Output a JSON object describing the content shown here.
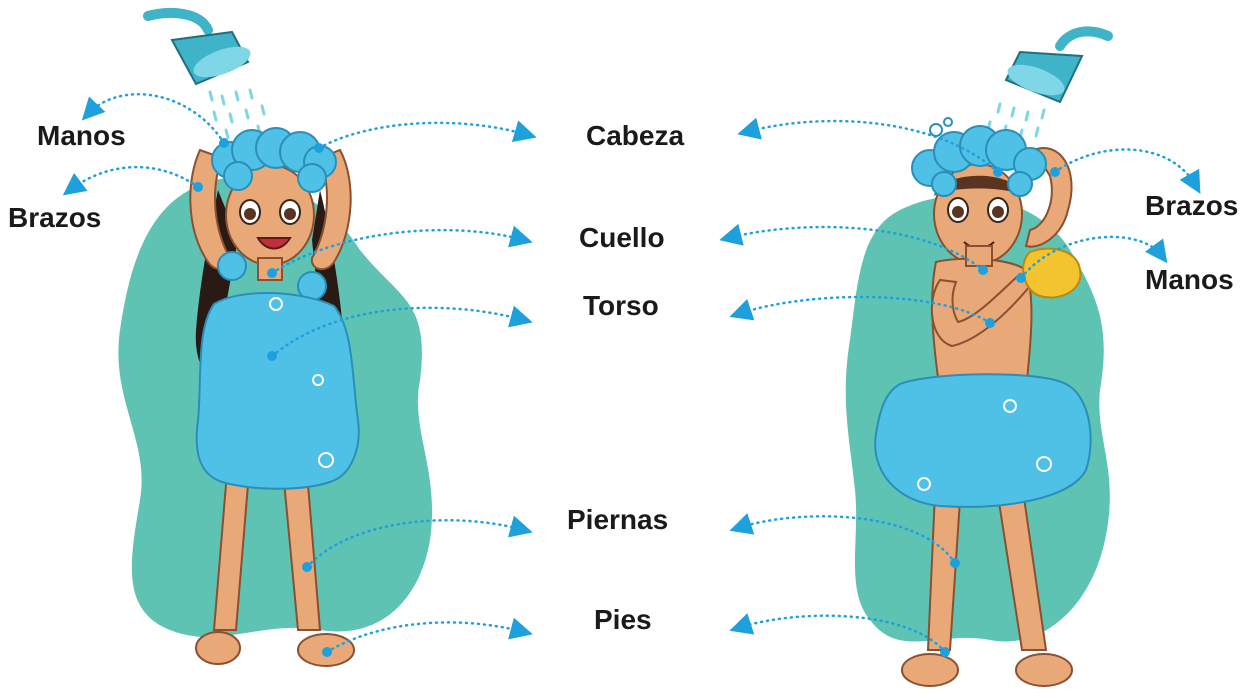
{
  "colors": {
    "accent": "#1ea0dc",
    "blob": "#5fc3b4",
    "foam": "#4fc0e6",
    "skin": "#e8a878",
    "shower": "#3fb3c8",
    "sponge": "#f4c430",
    "hair_girl": "#2a1a14",
    "hair_boy": "#5a3420"
  },
  "center_labels": {
    "cabeza": "Cabeza",
    "cuello": "Cuello",
    "torso": "Torso",
    "piernas": "Piernas",
    "pies": "Pies"
  },
  "girl_labels": {
    "manos": "Manos",
    "brazos": "Brazos"
  },
  "boy_labels": {
    "brazos": "Brazos",
    "manos": "Manos"
  }
}
